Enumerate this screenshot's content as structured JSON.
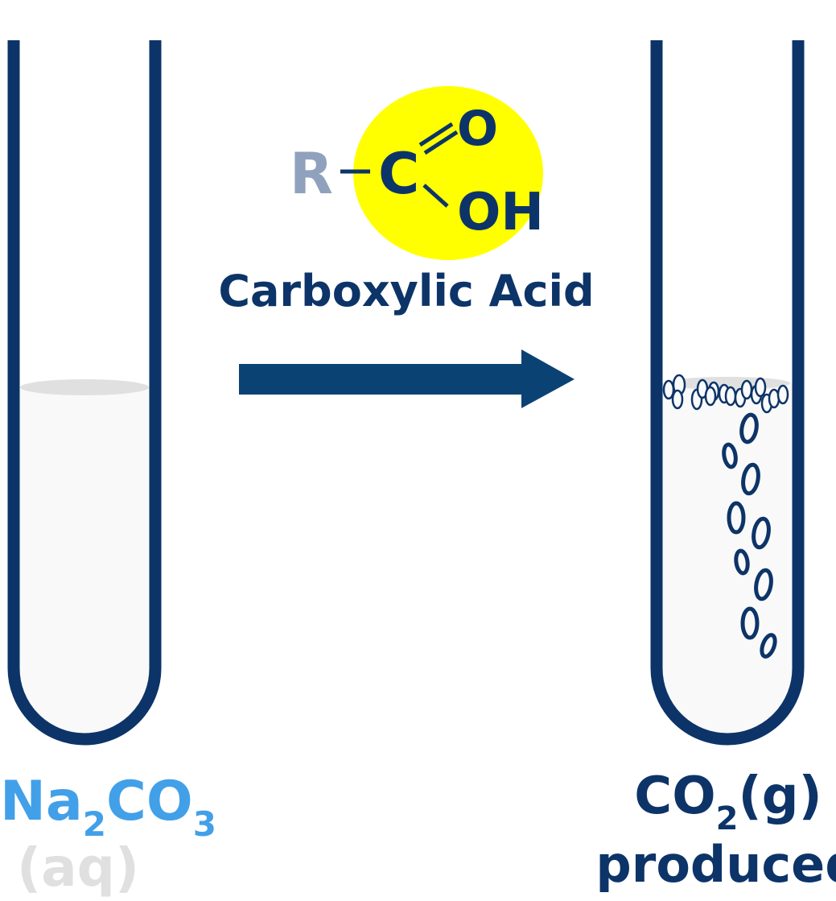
{
  "colors": {
    "tube": "#0d3468",
    "arrow": "#0b4274",
    "liquid": "#f9f9f9",
    "meniscus": "#e0e0e0",
    "highlight": "#ffff00",
    "r_group": "#8fa1bd",
    "reactant_label": "#42a0e8",
    "state_label": "#e0e0e0"
  },
  "reagent": {
    "r_group": "R",
    "carbon": "C",
    "carbonyl_oxygen": "O",
    "hydroxyl": "OH",
    "name": "Carboxylic Acid"
  },
  "left_tube": {
    "formula_parts": [
      "Na",
      "2",
      "CO",
      "3"
    ],
    "state": "(aq)"
  },
  "right_tube": {
    "formula_parts": [
      "CO",
      "2",
      "(g)"
    ],
    "caption": "produced"
  }
}
